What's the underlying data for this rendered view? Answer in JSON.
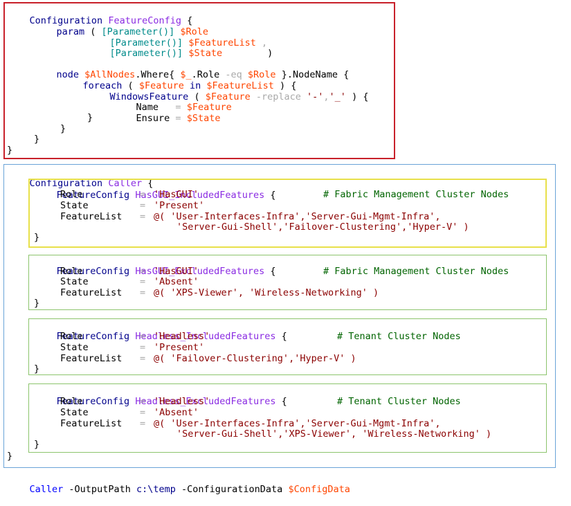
{
  "colors": {
    "keyword": "#00008b",
    "command": "#0000ff",
    "type": "#008b8b",
    "variable": "#ff4500",
    "string": "#8b0000",
    "comment": "#006400",
    "operator": "#a9a9a9",
    "member": "#8a2be2",
    "box_featureconfig": "#c8202a",
    "box_caller": "#6aa3d8",
    "box_hasgui_included": "#e8e04a",
    "box_other": "#8cc46c"
  },
  "featureconfig": {
    "line1_kw": "Configuration ",
    "line1_name": "FeatureConfig",
    "line1_brace": " {",
    "param_kw": "param",
    "param_open": " ( ",
    "param_attr1": "[Parameter()]",
    "param_var1": " $Role",
    "param_attr2": "[Parameter()]",
    "param_var2": " $FeatureList",
    "param_comma2": " ,",
    "param_attr3": "[Parameter()]",
    "param_var3": " $State",
    "param_close": "        )",
    "node_kw": "node ",
    "node_var": "$AllNodes",
    "node_where": ".Where{ ",
    "node_underscore": "$_",
    "node_role": ".Role ",
    "node_eq": "-eq",
    "node_rolevar": " $Role",
    "node_rest": " }.NodeName {",
    "foreach_kw": "foreach",
    "foreach_open": " ( ",
    "foreach_var": "$Feature",
    "foreach_in": " in ",
    "foreach_list": "$FeatureList",
    "foreach_close": " ) {",
    "wf_name": "WindowsFeature",
    "wf_open": " ( ",
    "wf_var": "$Feature",
    "wf_replace": " -replace ",
    "wf_s1": "'-'",
    "wf_comma": ",",
    "wf_s2": "'_'",
    "wf_close": " ) {",
    "name_key": "Name   ",
    "name_eq": "= ",
    "name_val": "$Feature",
    "ensure_key": "Ensure ",
    "ensure_eq": "= ",
    "ensure_val": "$State",
    "brace_close_1": "}",
    "brace_close_2": "}",
    "brace_close_3": "}",
    "brace_close_4": "}"
  },
  "caller": {
    "line1_kw": "Configuration ",
    "line1_name": "Caller",
    "line1_brace": " {",
    "close_brace": "}",
    "blocks": [
      {
        "type_name": "FeatureConfig",
        "instance": " HasGUI_IncludedFeatures",
        "open": " {",
        "role_key": "Role",
        "role_val": "'HasGUI'",
        "comment": "# Fabric Management Cluster Nodes",
        "state_key": "State",
        "state_val": "'Present'",
        "fl_key": "FeatureList",
        "fl_line1": "@( 'User-Interfaces-Infra','Server-Gui-Mgmt-Infra',",
        "fl_line2": "'Server-Gui-Shell','Failover-Clustering','Hyper-V' )",
        "close": "}"
      },
      {
        "type_name": "FeatureConfig",
        "instance": " HasGUI_ExcludedFeatures",
        "open": " {",
        "role_key": "Role",
        "role_val": "'HasGUI'",
        "comment": "# Fabric Management Cluster Nodes",
        "state_key": "State",
        "state_val": "'Absent'",
        "fl_key": "FeatureList",
        "fl_line1": "@( 'XPS-Viewer', 'Wireless-Networking' )",
        "close": "}"
      },
      {
        "type_name": "FeatureConfig",
        "instance": " Headless_IncludedFeatures",
        "open": " {",
        "role_key": "Role",
        "role_val": "'Headless'",
        "comment": "# Tenant Cluster Nodes",
        "state_key": "State",
        "state_val": "'Present'",
        "fl_key": "FeatureList",
        "fl_line1": "@( 'Failover-Clustering','Hyper-V' )",
        "close": "}"
      },
      {
        "type_name": "FeatureConfig",
        "instance": " Headless_ExcludedFeatures",
        "open": " {",
        "role_key": "Role",
        "role_val": "'Headless'",
        "comment": "# Tenant Cluster Nodes",
        "state_key": "State",
        "state_val": "'Absent'",
        "fl_key": "FeatureList",
        "fl_line1": "@( 'User-Interfaces-Infra','Server-Gui-Mgmt-Infra',",
        "fl_line2": "'Server-Gui-Shell','XPS-Viewer', 'Wireless-Networking' )",
        "close": "}"
      }
    ],
    "eq": "="
  },
  "invoke": {
    "cmd": "Caller",
    "p1": " -OutputPath",
    "v1": " c:\\temp",
    "p2": " -ConfigurationData",
    "v2": " $ConfigData"
  }
}
